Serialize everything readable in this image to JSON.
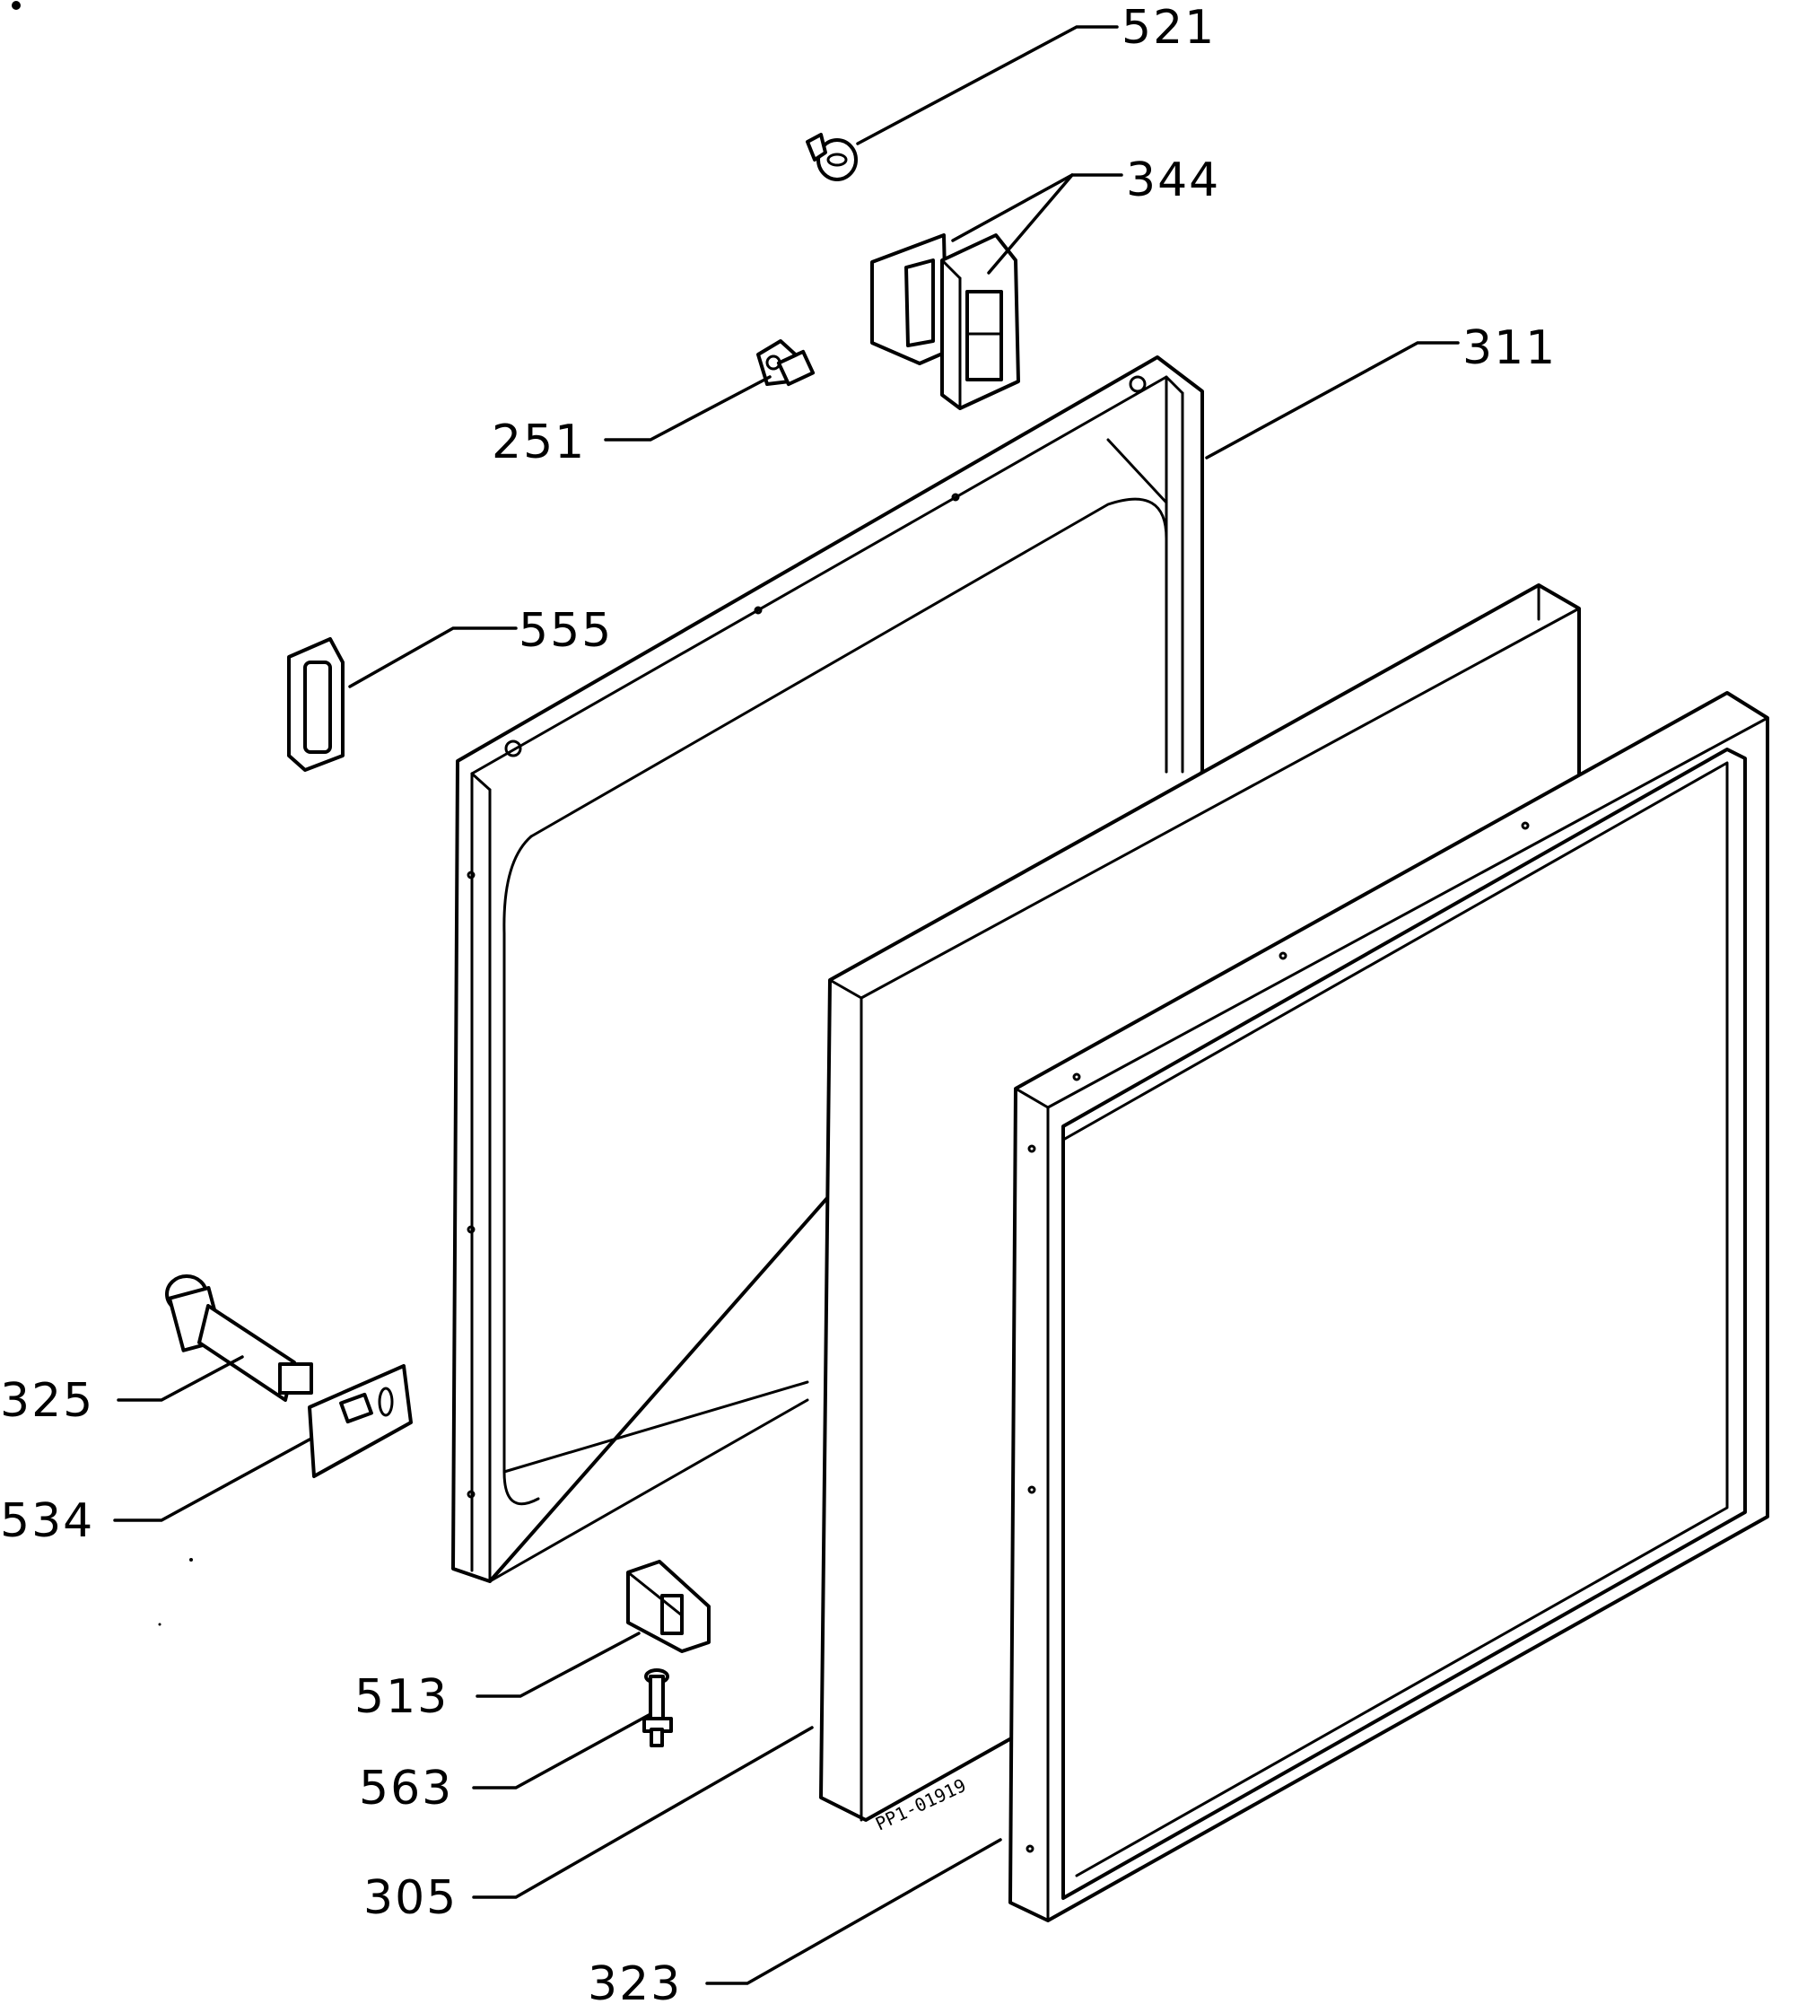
{
  "diagram": {
    "stamp": "PP1-01919",
    "callouts": {
      "c521": "521",
      "c344": "344",
      "c311": "311",
      "c251": "251",
      "c555": "555",
      "c325": "325",
      "c534": "534",
      "c513": "513",
      "c563": "563",
      "c305": "305",
      "c323": "323"
    }
  }
}
